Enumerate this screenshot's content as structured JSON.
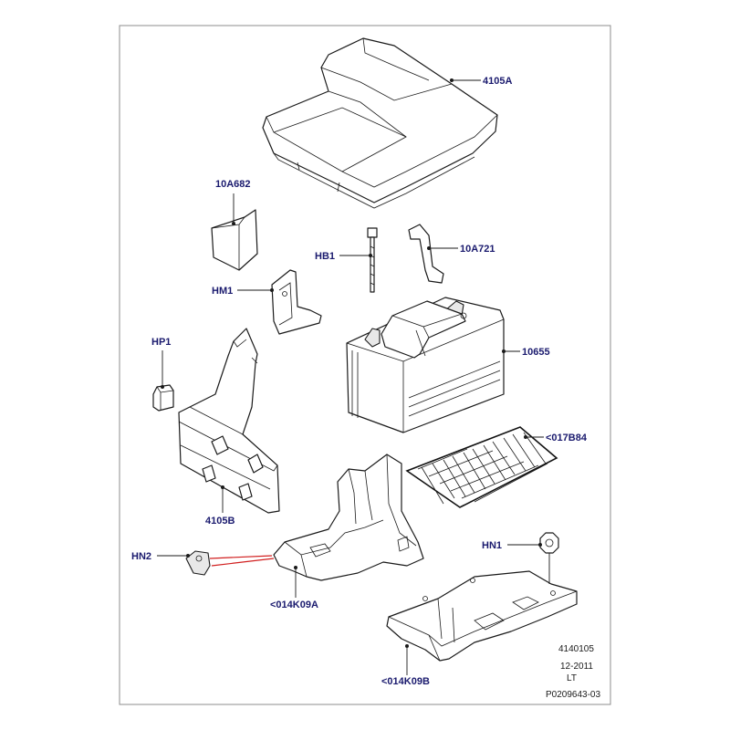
{
  "callouts": {
    "c_4105A": "4105A",
    "c_10A682": "10A682",
    "c_HB1": "HB1",
    "c_10A721": "10A721",
    "c_HM1": "HM1",
    "c_HP1": "HP1",
    "c_10655": "10655",
    "c_017B84": "<017B84",
    "c_4105B": "4105B",
    "c_HN1": "HN1",
    "c_HN2": "HN2",
    "c_014K09A": "<014K09A",
    "c_014K09B": "<014K09B"
  },
  "info": {
    "code": "4140105",
    "date": "12-2011",
    "side": "LT",
    "ref": "P0209643-03"
  },
  "colors": {
    "callout_text": "#1a1a6e",
    "highlight_leader": "#d11f1f"
  }
}
